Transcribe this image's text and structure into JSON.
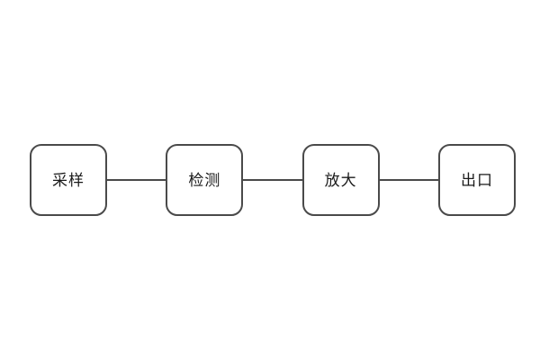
{
  "diagram": {
    "type": "flowchart",
    "direction": "left-to-right",
    "connector_style": "plain-line",
    "colors": {
      "background": "#ffffff",
      "node_border": "#4a4a4a",
      "node_fill": "#ffffff",
      "label_text": "#1a1a1a",
      "connector": "#4a4a4a"
    },
    "nodes": [
      {
        "id": "node-1",
        "label": "采样"
      },
      {
        "id": "node-2",
        "label": "检测"
      },
      {
        "id": "node-3",
        "label": "放大"
      },
      {
        "id": "node-4",
        "label": "出口"
      }
    ],
    "edges": [
      {
        "from": "node-1",
        "to": "node-2"
      },
      {
        "from": "node-2",
        "to": "node-3"
      },
      {
        "from": "node-3",
        "to": "node-4"
      }
    ]
  }
}
